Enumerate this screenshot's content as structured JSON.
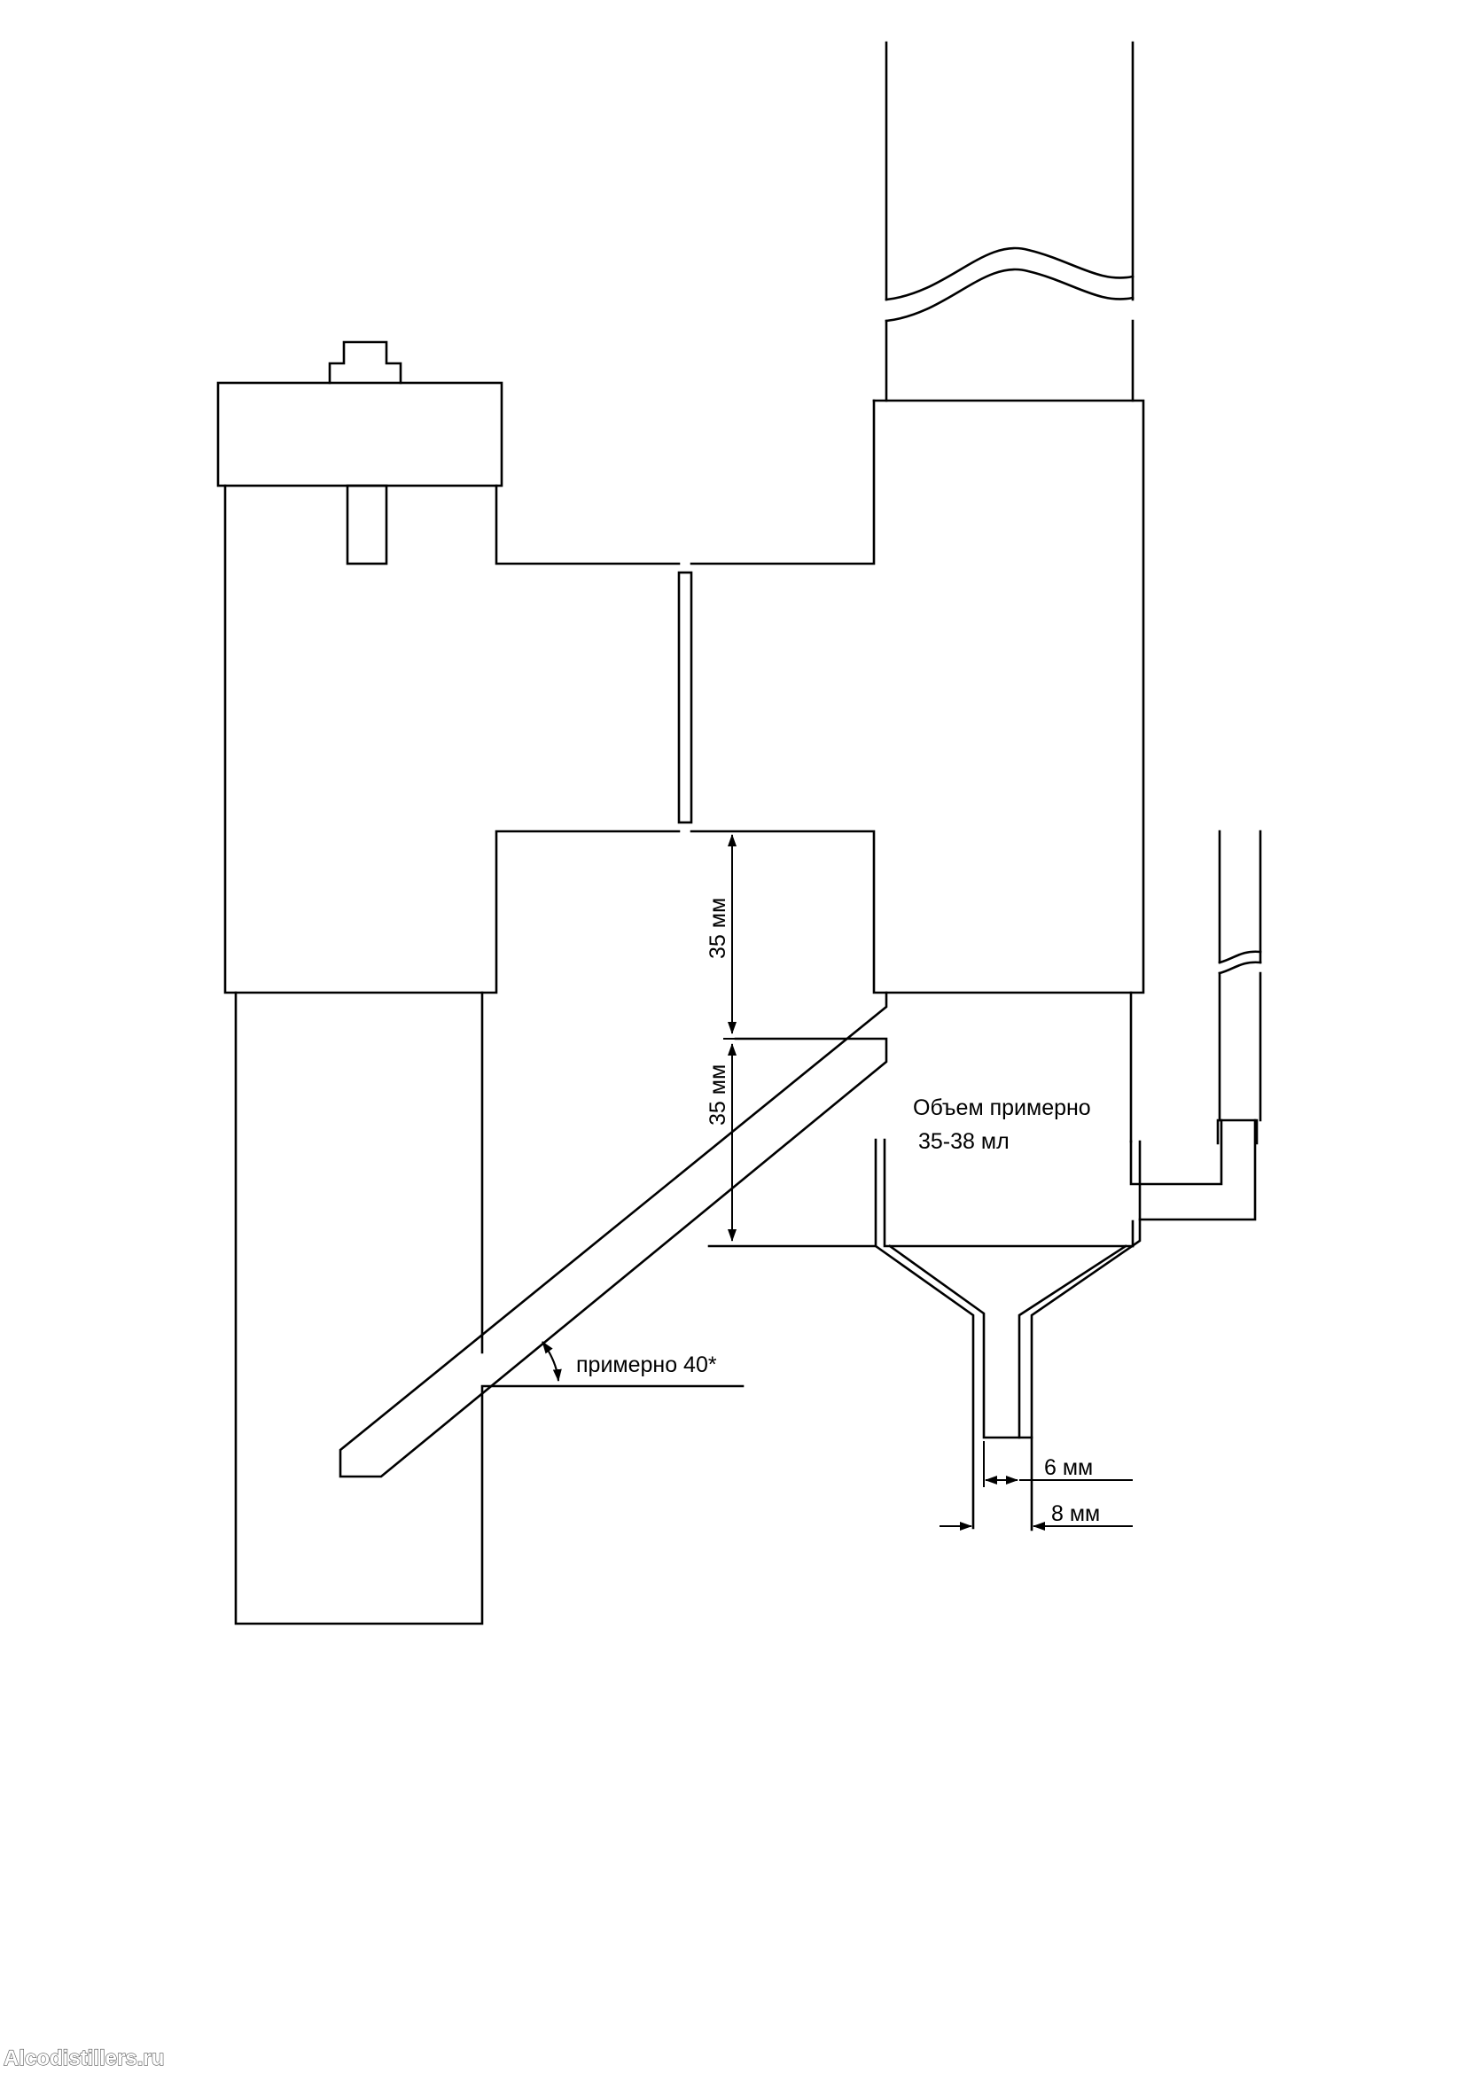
{
  "labels": {
    "dim_upper": "35 мм",
    "dim_lower": "35 мм",
    "volume_line1": "Объем примерно",
    "volume_line2": "35-38 мл",
    "angle": "примерно 40*",
    "dim_inner": "6 мм",
    "dim_outer": "8 мм"
  },
  "watermark": "Alcodistillers.ru",
  "colors": {
    "line": "#000000",
    "background": "#ffffff"
  }
}
